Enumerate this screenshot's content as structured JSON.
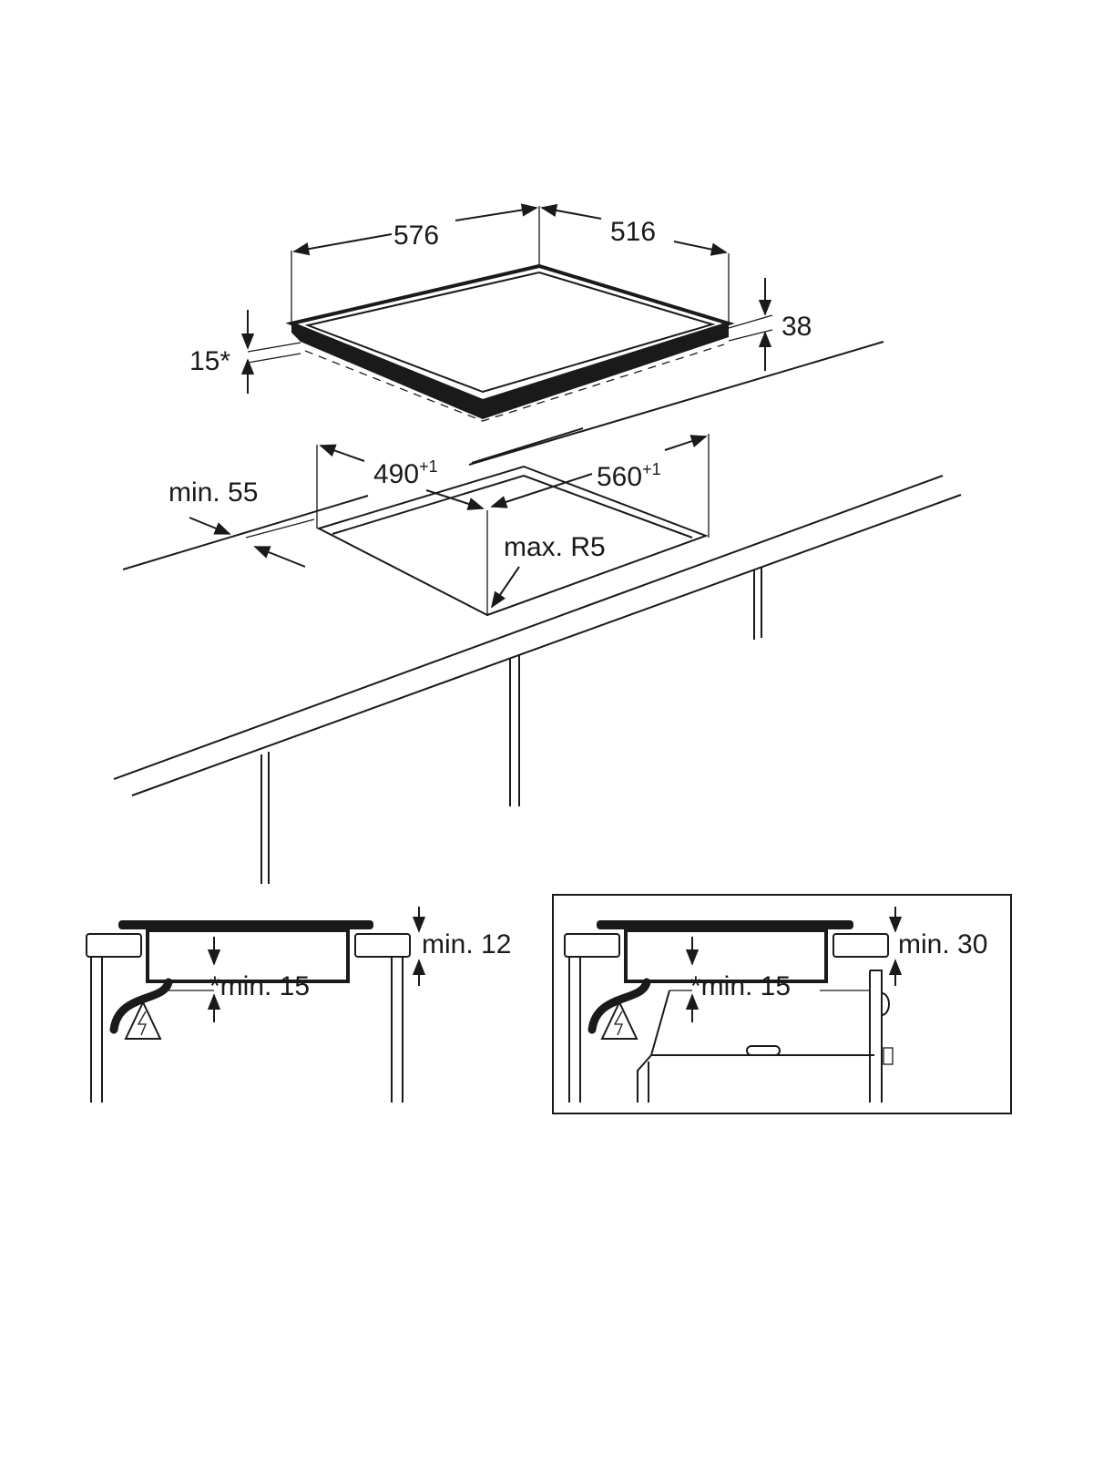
{
  "hob_dimensions": {
    "width": "576",
    "depth": "516",
    "height": "38",
    "depth_below": "15*"
  },
  "cutout": {
    "width": "490",
    "width_tol": "+1",
    "depth": "560",
    "depth_tol": "+1",
    "edge_distance": "min. 55",
    "corner_radius": "max. R5"
  },
  "section_left": {
    "gap_top": "min. 12",
    "gap_below": "*min. 15"
  },
  "section_right": {
    "gap_top": "min. 30",
    "gap_below": "*min. 15"
  }
}
